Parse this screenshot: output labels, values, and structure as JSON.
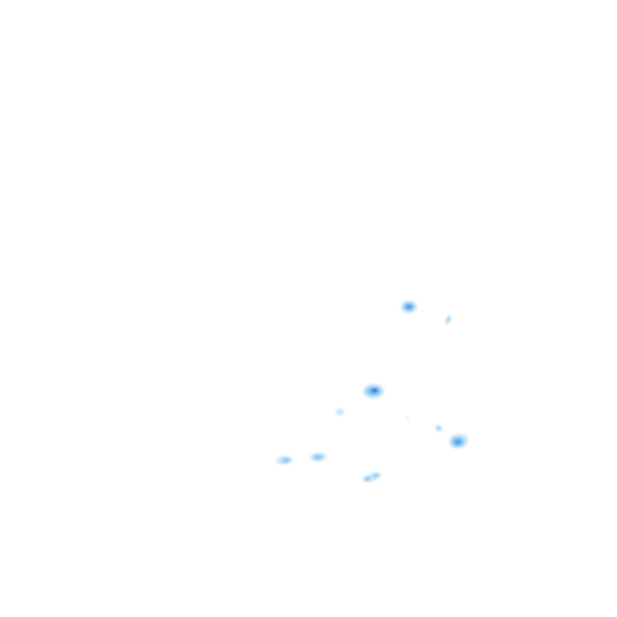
{
  "overlay": {
    "type": "precipitation-radar-tiles",
    "background": "#ffffff",
    "colors": {
      "light": "#bfe3fb",
      "medium": "#7fc4f5",
      "strong": "#3d9bec",
      "core": "#1f78d6"
    },
    "echo_count": 11,
    "echo_intensities": [
      "strong",
      "light",
      "strong",
      "light",
      "trace",
      "light",
      "strong",
      "medium",
      "medium",
      "medium",
      "light"
    ]
  }
}
